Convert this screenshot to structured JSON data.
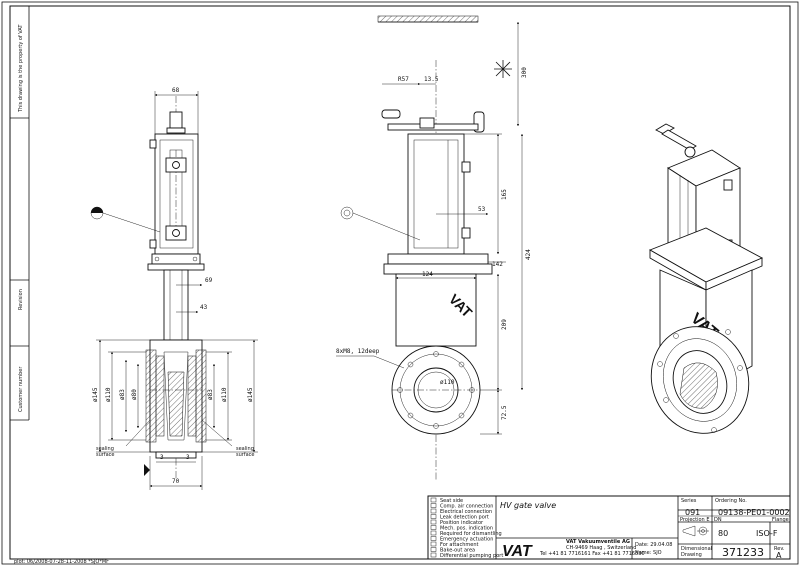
{
  "margin_notes": {
    "property_notice": "This drawing is the property of VAT",
    "revision": "Revision",
    "customer_number": "Customer number"
  },
  "dimensions": {
    "left_view": {
      "width_top": "68",
      "d69": "69",
      "d43": "43",
      "dia145_left": "ø145",
      "dia110_left": "ø110",
      "dia83_left": "ø83",
      "dia80_left": "ø80",
      "dia83_right": "ø83",
      "dia110_right": "ø110",
      "dia145_right": "ø145",
      "gap_left": "3",
      "gap_right": "3",
      "bottom_width": "70",
      "sealing_left": "sealing\nsurface",
      "sealing_right": "sealing\nsurface"
    },
    "center_view": {
      "r57": "R57",
      "d13_5": "13.5",
      "d300": "300",
      "d165": "165",
      "d53": "53",
      "d424": "424",
      "d124": "124",
      "d142": "142",
      "d209": "209",
      "d72_5": "72.5",
      "thread": "8xM8, 12deep",
      "bore": "ø110"
    }
  },
  "legend": [
    "Seat side",
    "Comp. air connection",
    "Electrical connection",
    "Leak detection port",
    "Position indicator",
    "Mech. pos. indication",
    "Required for dismantling",
    "Emergency actuation",
    "For attachment",
    "Bake-out area",
    "Differential pumping port"
  ],
  "title_block": {
    "title": "HV gate valve",
    "company_logo": "VAT",
    "company_name": "VAT Vakuumventile AG",
    "company_addr": "CH-9469 Haag , Switzerland",
    "company_tel": "Tel +41 81 7716161 Fax +41 81 7716830",
    "date_label": "Date: 29.04.08",
    "name_label": "Name: SJO",
    "series_label": "Series",
    "series_value": "091",
    "ordering_label": "Ordering No.",
    "ordering_value": "09138-PE01-0002",
    "projection_label": "Projection E",
    "dn_label": "DN",
    "dn_value": "80",
    "flange_label": "Flange",
    "flange_value": "ISO-F",
    "dimensional_label": "Dimensional\nDrawing",
    "drawing_number": "371233",
    "rev_label": "Rev.",
    "rev_value": "A"
  },
  "footer_note": "plot: 06/2008-07-28-11-2008 *SJO*MF"
}
